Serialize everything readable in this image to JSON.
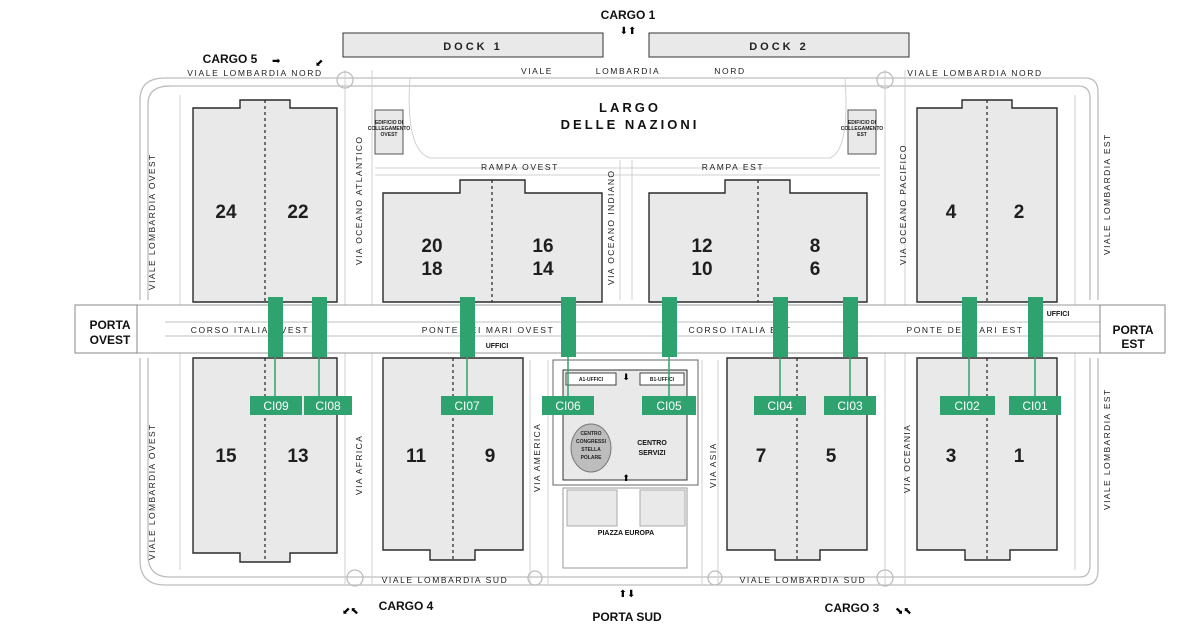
{
  "docks": [
    {
      "id": "dock-1",
      "label": "DOCK 1"
    },
    {
      "id": "dock-2",
      "label": "DOCK 2"
    }
  ],
  "cargo": [
    {
      "id": "cargo-1",
      "label": "CARGO 1"
    },
    {
      "id": "cargo-5",
      "label": "CARGO 5"
    },
    {
      "id": "cargo-4",
      "label": "CARGO 4"
    },
    {
      "id": "cargo-3",
      "label": "CARGO 3"
    }
  ],
  "gates": {
    "porta_ovest": [
      "PORTA",
      "OVEST"
    ],
    "porta_est": [
      "PORTA",
      "EST"
    ],
    "porta_sud": "PORTA SUD"
  },
  "largo": [
    "LARGO",
    "DELLE NAZIONI"
  ],
  "halls": {
    "h24": "24",
    "h22": "22",
    "h20": "20",
    "h18": "18",
    "h16": "16",
    "h14": "14",
    "h12": "12",
    "h10": "10",
    "h8": "8",
    "h6": "6",
    "h4": "4",
    "h2": "2",
    "h15": "15",
    "h13": "13",
    "h11": "11",
    "h9": "9",
    "h7": "7",
    "h5": "5",
    "h3": "3",
    "h1": "1"
  },
  "streets": {
    "nord_left": "VIALE LOMBARDIA NORD",
    "nord_center": [
      "VIALE",
      "LOMBARDIA",
      "NORD"
    ],
    "nord_right": "VIALE LOMBARDIA NORD",
    "sud_left": "VIALE LOMBARDIA SUD",
    "sud_right": "VIALE LOMBARDIA SUD",
    "ovest_top": "VIALE LOMBARDIA OVEST",
    "ovest_bottom": "VIALE LOMBARDIA OVEST",
    "est_top": "VIALE LOMBARDIA EST",
    "est_bottom": "VIALE LOMBARDIA EST",
    "rampa_ovest": "RAMPA OVEST",
    "rampa_est": "RAMPA EST",
    "oceano_atlantico": "VIA OCEANO ATLANTICO",
    "oceano_indiano": "VIA OCEANO INDIANO",
    "oceano_pacifico": "VIA OCEANO PACIFICO",
    "africa": "VIA AFRICA",
    "america": "VIA AMERICA",
    "asia": "VIA ASIA",
    "oceania": "VIA OCEANIA",
    "corso_italia_ovest": "CORSO ITALIA OVEST",
    "ponte_mari_ovest": "PONTE DEI MARI OVEST",
    "corso_italia_est": "CORSO ITALIA EST",
    "ponte_mari_est": "PONTE DEI MARI EST"
  },
  "buildings": {
    "edificio_ovest": [
      "EDIFICIO DI",
      "COLLEGAMENTO",
      "OVEST"
    ],
    "edificio_est": [
      "EDIFICIO DI",
      "COLLEGAMENTO",
      "EST"
    ],
    "uffici_center": "UFFICI",
    "uffici_right": "UFFICI",
    "a1_uffici": "A1-UFFICI",
    "b1_uffici": "B1-UFFICI",
    "centro_congressi": [
      "CENTRO",
      "CONGRESSI",
      "STELLA",
      "POLARE"
    ],
    "centro_servizi": [
      "CENTRO",
      "SERVIZI"
    ],
    "piazza_europa": "PIAZZA EUROPA"
  },
  "connectors": [
    "CI09",
    "CI08",
    "CI07",
    "CI06",
    "CI05",
    "CI04",
    "CI03",
    "CI02",
    "CI01"
  ],
  "colors": {
    "accent": "#2fa36f",
    "hall": "#e9e9e9"
  }
}
